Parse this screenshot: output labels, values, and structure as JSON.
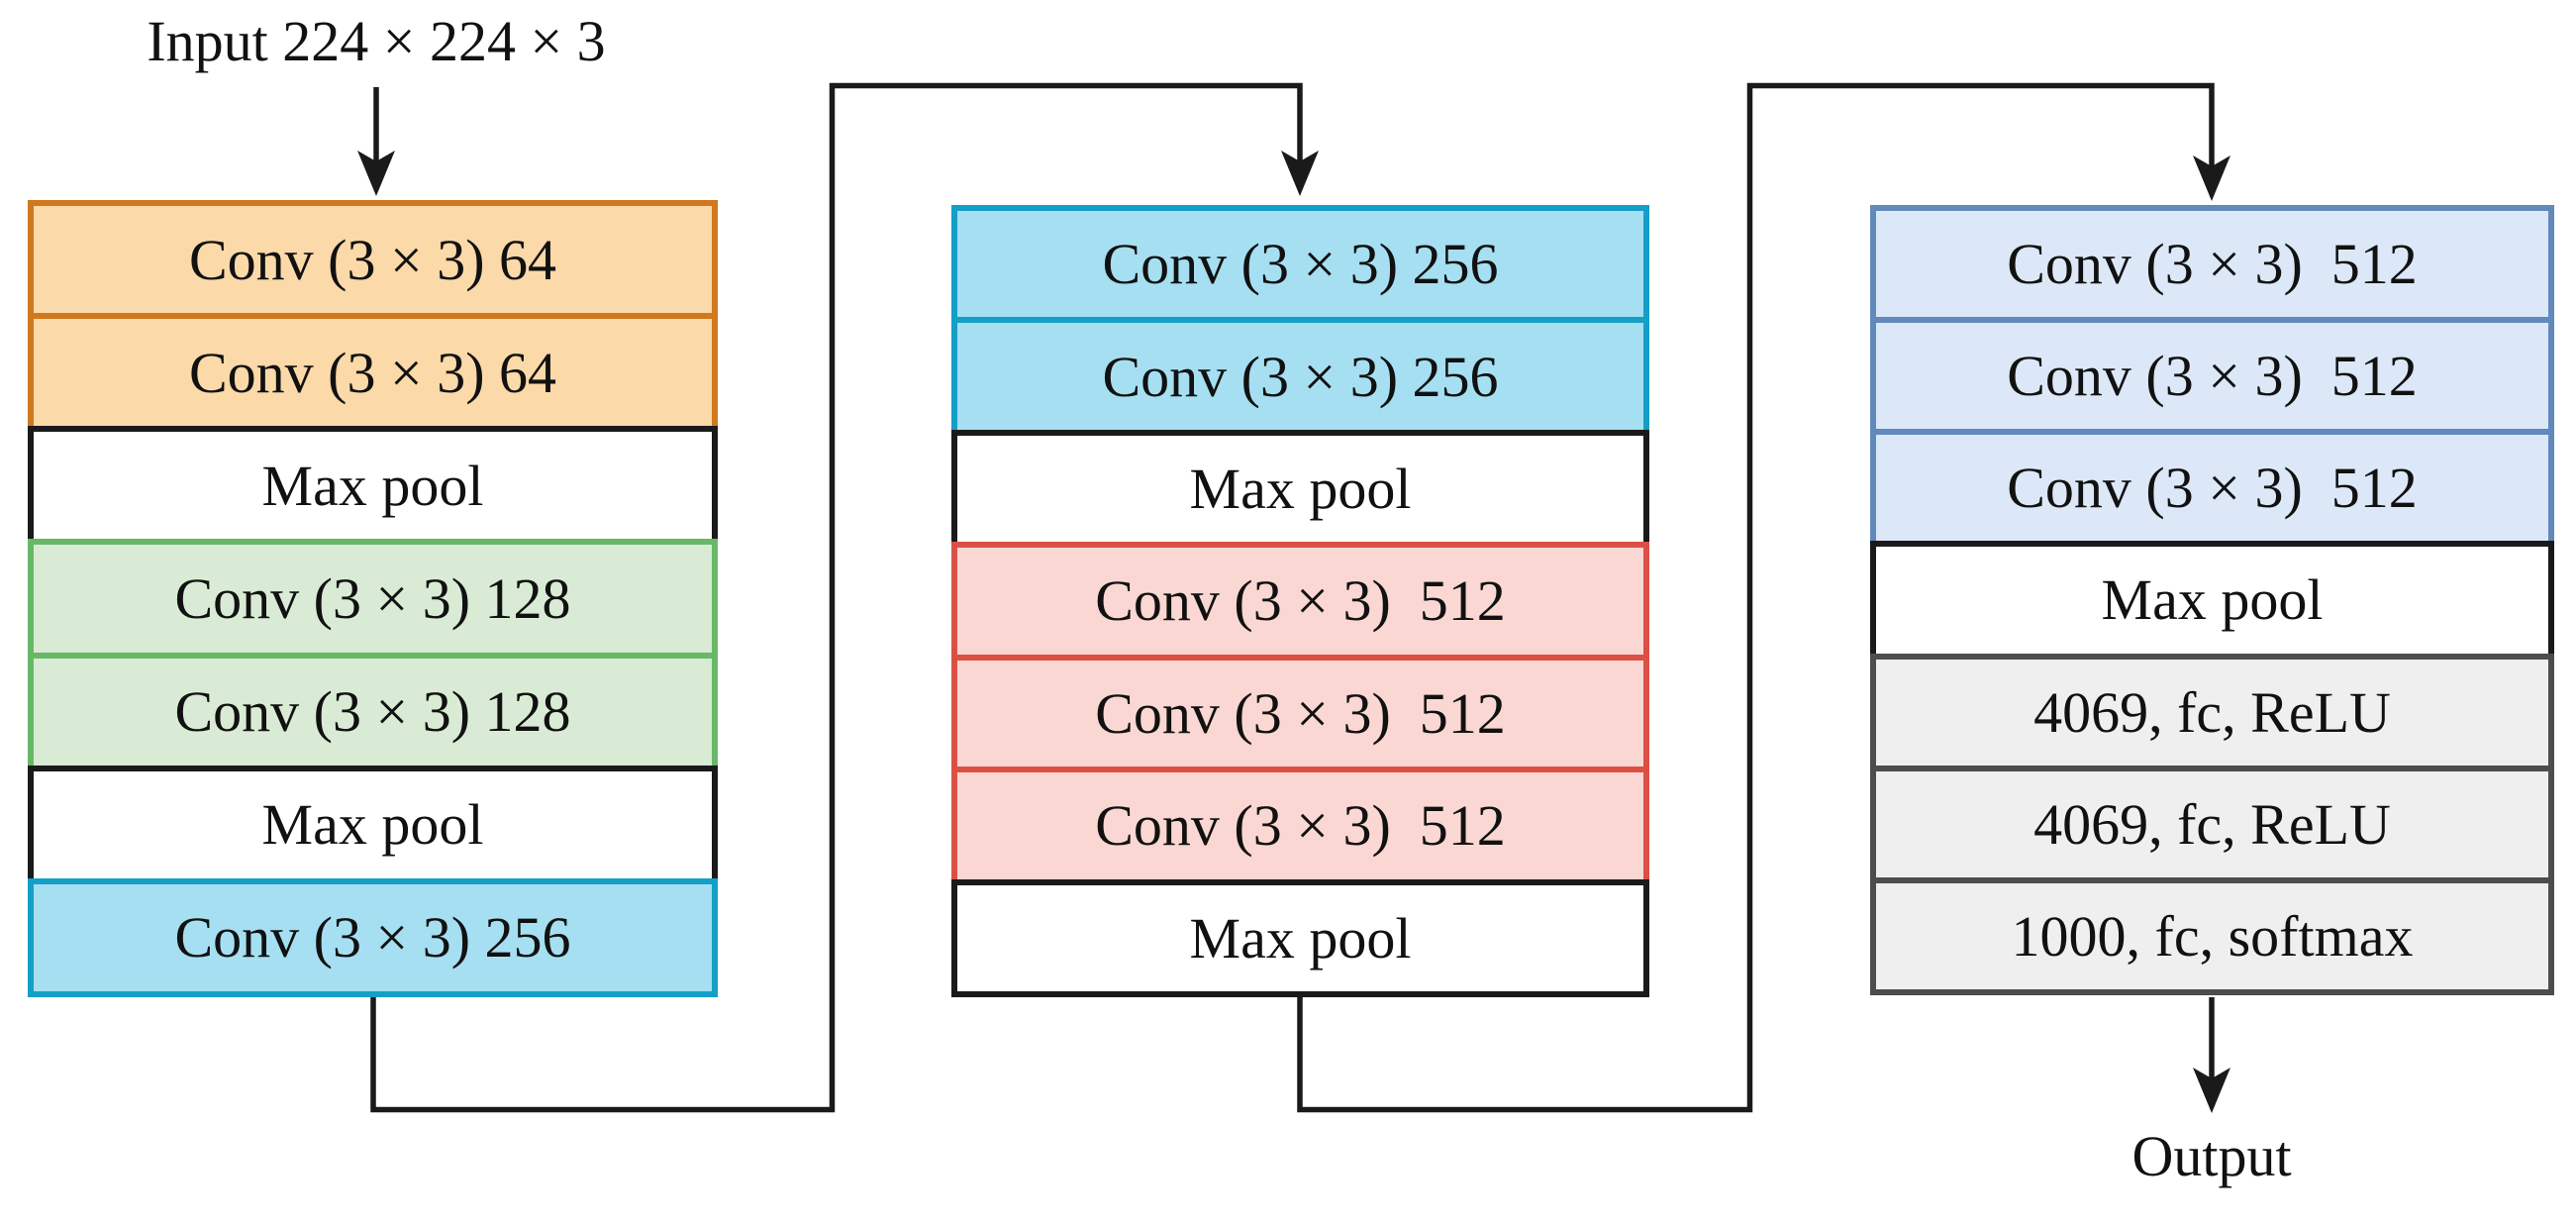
{
  "diagram": {
    "input_label": "Input 224 × 224 × 3",
    "output_label": "Output",
    "columns": [
      {
        "name": "stage-block-1",
        "blocks": [
          {
            "label": "Conv (3 × 3) 64",
            "style": "orange"
          },
          {
            "label": "Conv (3 × 3) 64",
            "style": "orange"
          },
          {
            "label": "Max pool",
            "style": "white"
          },
          {
            "label": "Conv (3 × 3) 128",
            "style": "green"
          },
          {
            "label": "Conv (3 × 3) 128",
            "style": "green"
          },
          {
            "label": "Max pool",
            "style": "white"
          },
          {
            "label": "Conv (3 × 3) 256",
            "style": "cyan"
          }
        ]
      },
      {
        "name": "stage-block-2",
        "blocks": [
          {
            "label": "Conv (3 × 3) 256",
            "style": "cyan"
          },
          {
            "label": "Conv (3 × 3) 256",
            "style": "cyan"
          },
          {
            "label": "Max pool",
            "style": "white"
          },
          {
            "label": "Conv (3 × 3)  512",
            "style": "pink"
          },
          {
            "label": "Conv (3 × 3)  512",
            "style": "pink"
          },
          {
            "label": "Conv (3 × 3)  512",
            "style": "pink"
          },
          {
            "label": "Max pool",
            "style": "white"
          }
        ]
      },
      {
        "name": "stage-block-3",
        "blocks": [
          {
            "label": "Conv (3 × 3)  512",
            "style": "blue"
          },
          {
            "label": "Conv (3 × 3)  512",
            "style": "blue"
          },
          {
            "label": "Conv (3 × 3)  512",
            "style": "blue"
          },
          {
            "label": "Max pool",
            "style": "white"
          },
          {
            "label": "4069, fc, ReLU",
            "style": "gray"
          },
          {
            "label": "4069, fc, ReLU",
            "style": "gray"
          },
          {
            "label": "1000, fc, softmax",
            "style": "gray"
          }
        ]
      }
    ],
    "palette": {
      "orange": {
        "fill": "#FBD9A9",
        "border": "#D0791F"
      },
      "green": {
        "fill": "#D9EBD4",
        "border": "#68B868"
      },
      "cyan": {
        "fill": "#A6DFF2",
        "border": "#149FC6"
      },
      "pink": {
        "fill": "#FAD7D2",
        "border": "#DB5045"
      },
      "blue": {
        "fill": "#DCE8F7",
        "border": "#6189BC"
      },
      "gray": {
        "fill": "#EFEFEF",
        "border": "#4D4D4D"
      },
      "white": {
        "fill": "#FFFFFF",
        "border": "#1A1A1A"
      },
      "line": "#1A1A1A",
      "text": "#111111"
    }
  }
}
